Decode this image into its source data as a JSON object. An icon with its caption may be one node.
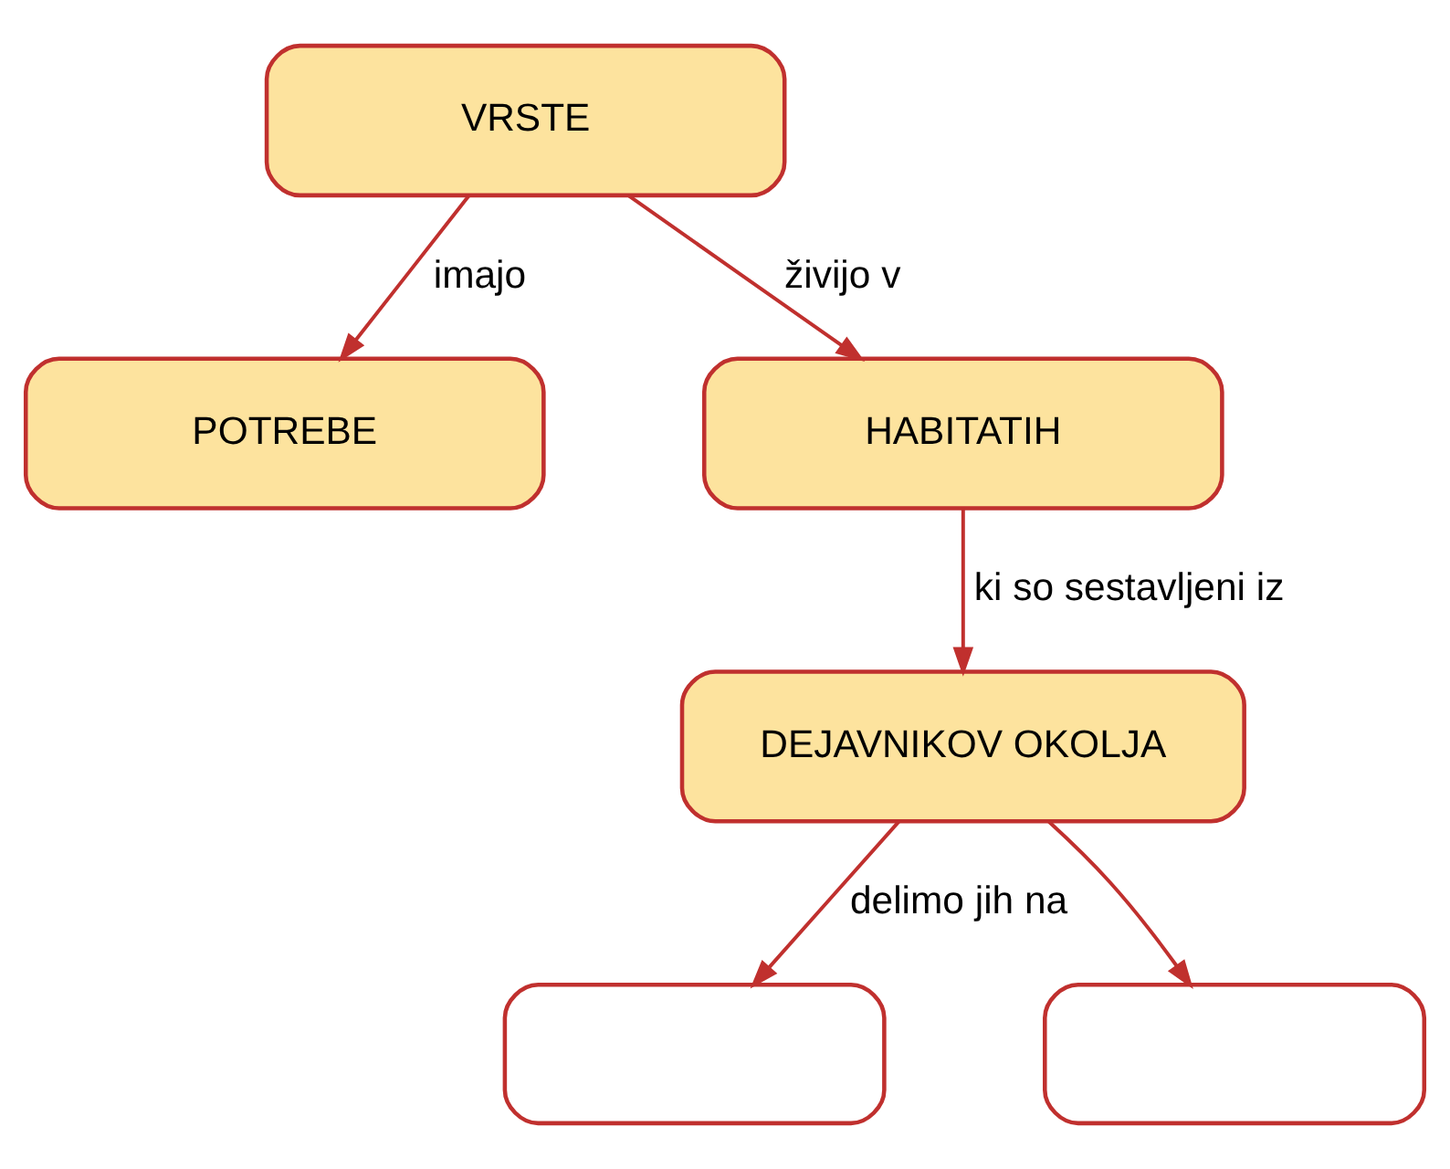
{
  "diagram": {
    "nodes": [
      {
        "text": [
          "VRSTE"
        ]
      },
      {
        "text": [
          "POTREBE"
        ]
      },
      {
        "text": [
          "HABITATIH"
        ]
      },
      {
        "text": [
          "DEJAVNIKOV OKOLJA"
        ]
      },
      {
        "text": [],
        "shape": "box"
      },
      {
        "text": [],
        "shape": "box"
      }
    ],
    "edges": [
      {
        "from": 0,
        "to": 1,
        "arrow": "to",
        "label": "imajo"
      },
      {
        "from": 0,
        "to": 2,
        "arrow": "to",
        "label": "živijo v"
      },
      {
        "from": 2,
        "to": 3,
        "arrow": "to",
        "label": "ki so sestavljeni iz"
      },
      {
        "from": 3,
        "to": 4,
        "arrow": "to",
        "label": "delimo jih na"
      },
      {
        "from": 3,
        "to": 5,
        "arrow": "to"
      }
    ]
  }
}
